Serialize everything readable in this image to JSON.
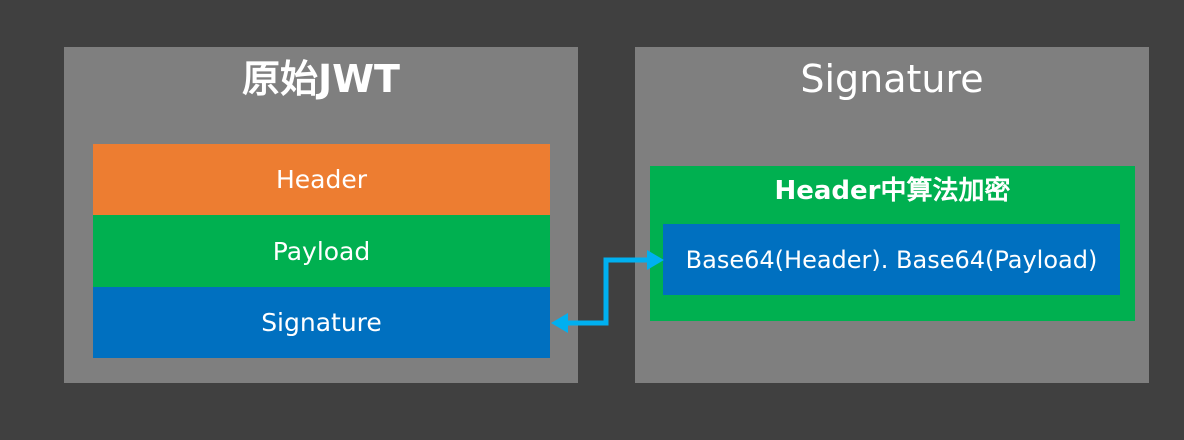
{
  "left_panel": {
    "title": "原始JWT",
    "blocks": {
      "header": "Header",
      "payload": "Payload",
      "signature": "Signature"
    }
  },
  "right_panel": {
    "title": "Signature",
    "algorithm_box": {
      "title": "Header中算法加密",
      "formula": "Base64(Header). Base64(Payload)"
    }
  },
  "colors": {
    "background": "#404040",
    "panel": "#7f7f7f",
    "header": "#ed7d31",
    "payload": "#00b050",
    "signature": "#0070c0",
    "arrow": "#00b0f0"
  }
}
